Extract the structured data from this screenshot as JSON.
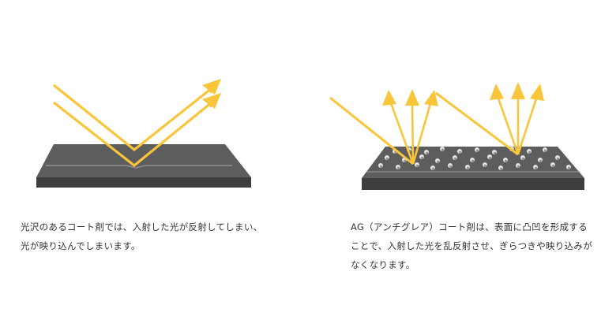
{
  "colors": {
    "arrow": "#f9c53a",
    "surface_top": "#5b5b5b",
    "surface_front": "#3f3f3f",
    "coating_line": "#8a8a8a",
    "bump": "#e6e6e6",
    "caption_text": "#333333"
  },
  "panels": [
    {
      "name": "glossy-coat",
      "caption_lines": [
        "光沢のあるコート剤では、入射した光が反射してしまい、",
        "光が映り込んでしまいます。"
      ]
    },
    {
      "name": "anti-glare-coat",
      "caption_lines": [
        "AG（アンチグレア）コート剤は、表面に凸凹を形成する",
        "ことで、入射した光を乱反射させ、ぎらつきや映り込みが",
        "なくなります。"
      ]
    }
  ]
}
